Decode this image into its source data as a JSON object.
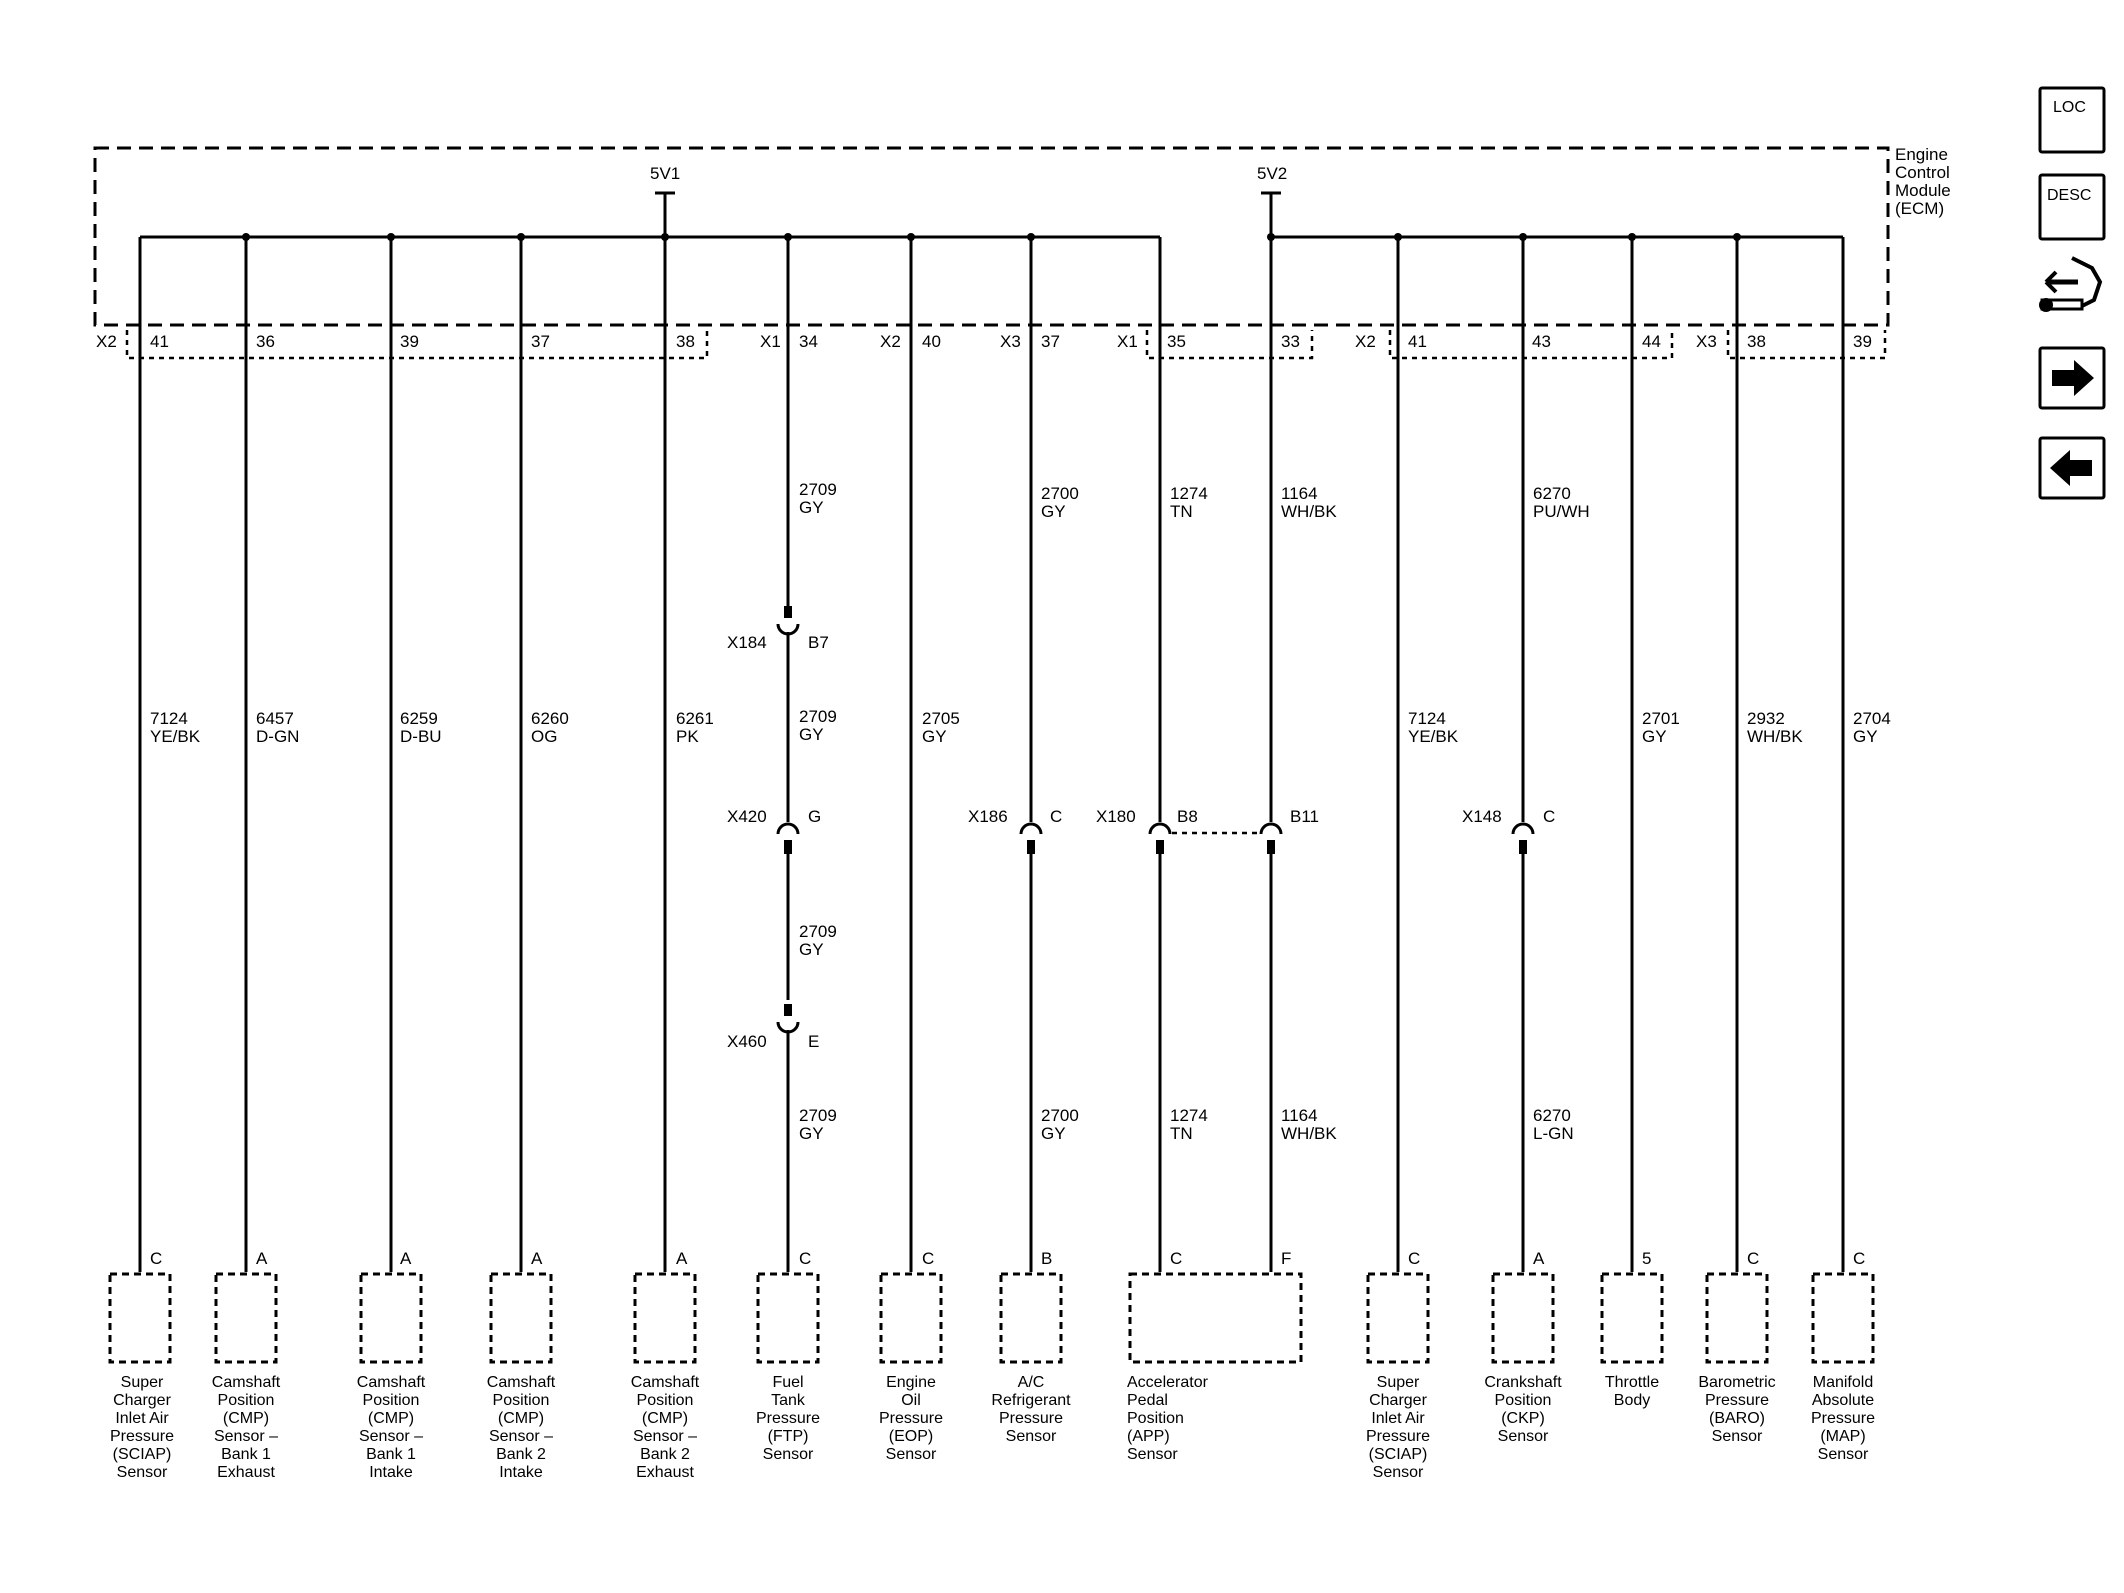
{
  "ecm": {
    "label": "Engine Control Module (ECM)",
    "lines": [
      "Engine",
      "Control",
      "Module",
      "(ECM)"
    ]
  },
  "supplies": {
    "v1": "5V1",
    "v2": "5V2"
  },
  "nav": {
    "loc": "LOC",
    "desc": "DESC"
  },
  "connectors": {
    "x2a": "X2",
    "x1a": "X1",
    "x2b": "X2",
    "x3a": "X3",
    "x1b": "X1",
    "x2c": "X2",
    "x3b": "X3"
  },
  "pins": [
    "41",
    "36",
    "39",
    "37",
    "38",
    "34",
    "40",
    "37",
    "35",
    "33",
    "41",
    "43",
    "44",
    "38",
    "39"
  ],
  "inline": {
    "x184": {
      "name": "X184",
      "pin": "B7"
    },
    "x420": {
      "name": "X420",
      "pin": "G"
    },
    "x460": {
      "name": "X460",
      "pin": "E"
    },
    "x186": {
      "name": "X186",
      "pin": "C"
    },
    "x180": {
      "name": "X180",
      "pin1": "B8",
      "pin2": "B11"
    },
    "x148": {
      "name": "X148",
      "pin": "C"
    }
  },
  "wires": {
    "w1": {
      "circuit": "7124",
      "color": "YE/BK"
    },
    "w2": {
      "circuit": "6457",
      "color": "D-GN"
    },
    "w3": {
      "circuit": "6259",
      "color": "D-BU"
    },
    "w4": {
      "circuit": "6260",
      "color": "OG"
    },
    "w5": {
      "circuit": "6261",
      "color": "PK"
    },
    "w6a": {
      "circuit": "2709",
      "color": "GY"
    },
    "w6b": {
      "circuit": "2709",
      "color": "GY"
    },
    "w6c": {
      "circuit": "2709",
      "color": "GY"
    },
    "w6d": {
      "circuit": "2709",
      "color": "GY"
    },
    "w7": {
      "circuit": "2705",
      "color": "GY"
    },
    "w8a": {
      "circuit": "2700",
      "color": "GY"
    },
    "w8b": {
      "circuit": "2700",
      "color": "GY"
    },
    "w9a": {
      "circuit": "1274",
      "color": "TN"
    },
    "w9b": {
      "circuit": "1274",
      "color": "TN"
    },
    "w10a": {
      "circuit": "1164",
      "color": "WH/BK"
    },
    "w10b": {
      "circuit": "1164",
      "color": "WH/BK"
    },
    "w11": {
      "circuit": "7124",
      "color": "YE/BK"
    },
    "w12a": {
      "circuit": "6270",
      "color": "PU/WH"
    },
    "w12b": {
      "circuit": "6270",
      "color": "L-GN"
    },
    "w13": {
      "circuit": "2701",
      "color": "GY"
    },
    "w14": {
      "circuit": "2932",
      "color": "WH/BK"
    },
    "w15": {
      "circuit": "2704",
      "color": "GY"
    }
  },
  "sensor_pins": [
    "C",
    "A",
    "A",
    "A",
    "A",
    "C",
    "C",
    "B",
    "C",
    "F",
    "C",
    "A",
    "5",
    "C",
    "C"
  ],
  "sensors": [
    {
      "id": "sciap1",
      "lines": [
        "Super",
        "Charger",
        "Inlet Air",
        "Pressure",
        "(SCIAP)",
        "Sensor"
      ]
    },
    {
      "id": "cmp-b1-exh",
      "lines": [
        "Camshaft",
        "Position",
        "(CMP)",
        "Sensor –",
        "Bank 1",
        "Exhaust"
      ]
    },
    {
      "id": "cmp-b1-int",
      "lines": [
        "Camshaft",
        "Position",
        "(CMP)",
        "Sensor –",
        "Bank 1",
        "Intake"
      ]
    },
    {
      "id": "cmp-b2-int",
      "lines": [
        "Camshaft",
        "Position",
        "(CMP)",
        "Sensor –",
        "Bank 2",
        "Intake"
      ]
    },
    {
      "id": "cmp-b2-exh",
      "lines": [
        "Camshaft",
        "Position",
        "(CMP)",
        "Sensor –",
        "Bank 2",
        "Exhaust"
      ]
    },
    {
      "id": "ftp",
      "lines": [
        "Fuel",
        "Tank",
        "Pressure",
        "(FTP)",
        "Sensor"
      ]
    },
    {
      "id": "eop",
      "lines": [
        "Engine",
        "Oil",
        "Pressure",
        "(EOP)",
        "Sensor"
      ]
    },
    {
      "id": "ac",
      "lines": [
        "A/C",
        "Refrigerant",
        "Pressure",
        "Sensor"
      ]
    },
    {
      "id": "app",
      "lines": [
        "Accelerator",
        "Pedal",
        "Position",
        "(APP)",
        "Sensor"
      ]
    },
    {
      "id": "sciap2",
      "lines": [
        "Super",
        "Charger",
        "Inlet Air",
        "Pressure",
        "(SCIAP)",
        "Sensor"
      ]
    },
    {
      "id": "ckp",
      "lines": [
        "Crankshaft",
        "Position",
        "(CKP)",
        "Sensor"
      ]
    },
    {
      "id": "throttle",
      "lines": [
        "Throttle",
        "Body"
      ]
    },
    {
      "id": "baro",
      "lines": [
        "Barometric",
        "Pressure",
        "(BARO)",
        "Sensor"
      ]
    },
    {
      "id": "map",
      "lines": [
        "Manifold",
        "Absolute",
        "Pressure",
        "(MAP)",
        "Sensor"
      ]
    }
  ]
}
